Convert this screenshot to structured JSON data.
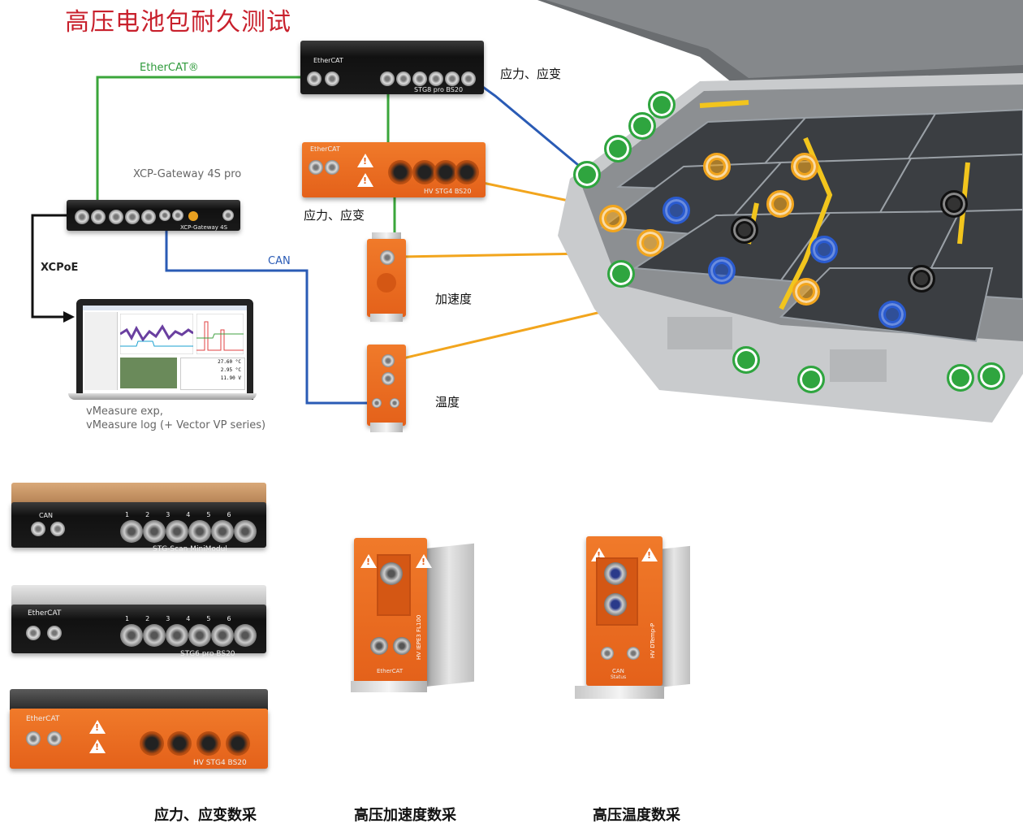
{
  "title": "高压电池包耐久测试",
  "labels": {
    "ethercat": "EtherCAT®",
    "xcp_gateway": "XCP-Gateway 4S pro",
    "xcpoe": "XCPoE",
    "can": "CAN",
    "strain_top": "应力、应变",
    "strain_mid": "应力、应变",
    "accel": "加速度",
    "temp": "温度",
    "software": "vMeasure exp,",
    "software2": "vMeasure log (+ Vector VP series)"
  },
  "devices": {
    "stg8_label": "STG8 pro BS20",
    "stg8_brand": "EtherCAT",
    "hv_stg4": "HV STG4 BS20",
    "gateway_label": "XCP-Gateway 4S",
    "accel_module": "HV IEPE3 FL100",
    "temp_module": "HV DTemp-P",
    "minimodul": "STG-Scan MiniModul",
    "stg6": "STG6 pro BS20",
    "hv_stg4_bottom": "HV STG4 BS20",
    "can_text": "CAN",
    "status_text": "Status",
    "ethercat_text": "EtherCAT",
    "channel_numbers": [
      "1",
      "2",
      "3",
      "4",
      "5",
      "6"
    ]
  },
  "captions": {
    "strain_daq": "应力、应变数采",
    "accel_daq": "高压加速度数采",
    "temp_daq": "高压温度数采"
  },
  "laptop": {
    "readouts": [
      "27.60 °C",
      "2.95 °C",
      "11.90 V"
    ]
  },
  "colors": {
    "ethercat_line": "#3aa63a",
    "can_line": "#2a5bb5",
    "sensor_line": "#f2a51d",
    "title": "#c8202c",
    "module_orange": "#e4611a"
  }
}
